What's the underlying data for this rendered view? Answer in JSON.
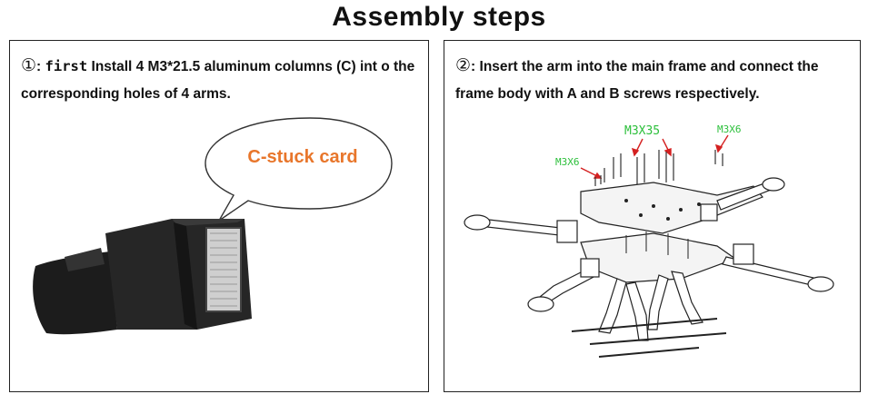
{
  "page": {
    "title": "Assembly steps"
  },
  "step1": {
    "number": "①",
    "colon": ":",
    "lead": "first",
    "text": "Install 4 M3*21.5 aluminum columns (C) int o the corresponding holes of 4 arms.",
    "callout": "C-stuck card",
    "callout_color": "#e8762b"
  },
  "step2": {
    "number": "②",
    "text": ": Insert the arm into the main frame and connect the frame body with A and B screws respectively.",
    "labels": {
      "screw_left": "M3X6",
      "screw_center": "M3X35",
      "screw_right": "M3X6"
    },
    "label_color": "#2bbf3a",
    "arrow_color": "#d42020"
  }
}
